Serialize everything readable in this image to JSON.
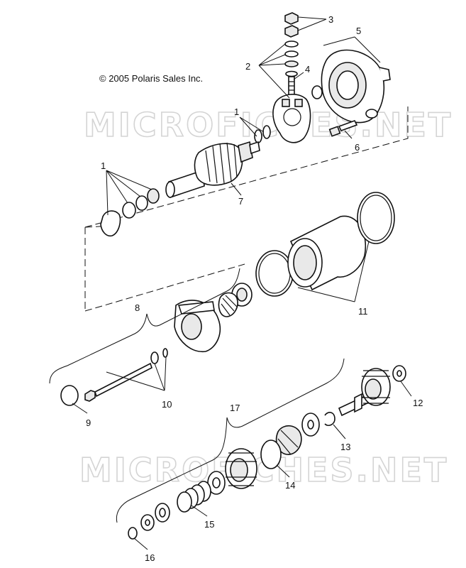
{
  "copyright": "© 2005 Polaris Sales Inc.",
  "watermark": "MICROFICHES.NET",
  "callouts": {
    "c1a": "1",
    "c1b": "1",
    "c2": "2",
    "c3": "3",
    "c4": "4",
    "c5": "5",
    "c6": "6",
    "c7": "7",
    "c8": "8",
    "c9": "9",
    "c10": "10",
    "c11": "11",
    "c12": "12",
    "c13": "13",
    "c14": "14",
    "c15": "15",
    "c16": "16",
    "c17": "17"
  }
}
